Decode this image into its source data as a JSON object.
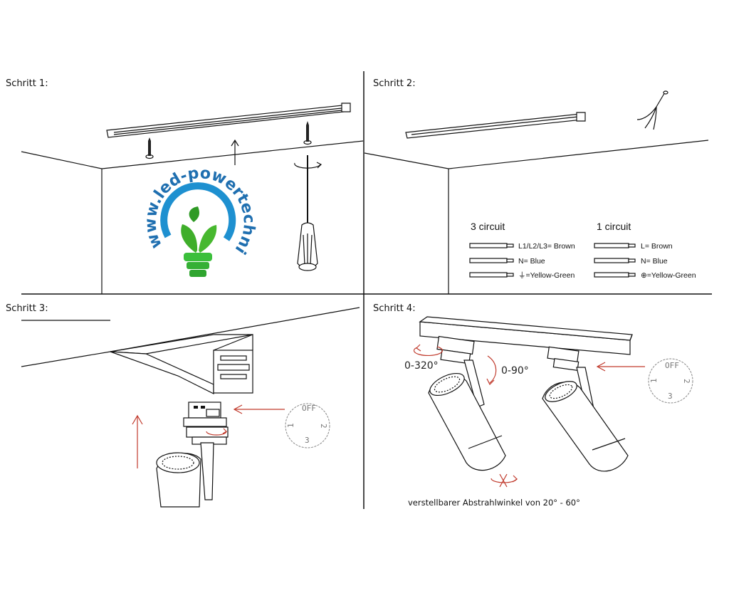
{
  "steps": [
    {
      "title": "Schritt 1:"
    },
    {
      "title": "Schritt 2:"
    },
    {
      "title": "Schritt 3:"
    },
    {
      "title": "Schritt 4:"
    }
  ],
  "logo": {
    "text": "www.led-powertechnik.de",
    "colors": {
      "ring": "#1e90d0",
      "leaf": "#3fae2a",
      "bulb": "#3bbf3b"
    }
  },
  "wiring": {
    "three_circuit": {
      "title": "3 circuit",
      "wires": [
        "L1/L2/L3= Brown",
        "N= Blue",
        "⏚=Yellow-Green"
      ]
    },
    "one_circuit": {
      "title": "1 circuit",
      "wires": [
        "L= Brown",
        "N= Blue",
        "⊕=Yellow-Green"
      ]
    }
  },
  "switch": {
    "off": "OFF",
    "one": "1",
    "two": "2",
    "three": "3"
  },
  "angles": {
    "rotation": "0-320°",
    "tilt": "0-90°"
  },
  "caption": "verstellbarer Abstrahlwinkel von 20° - 60°",
  "colors": {
    "accent": "#c0392b",
    "line": "#111111"
  }
}
